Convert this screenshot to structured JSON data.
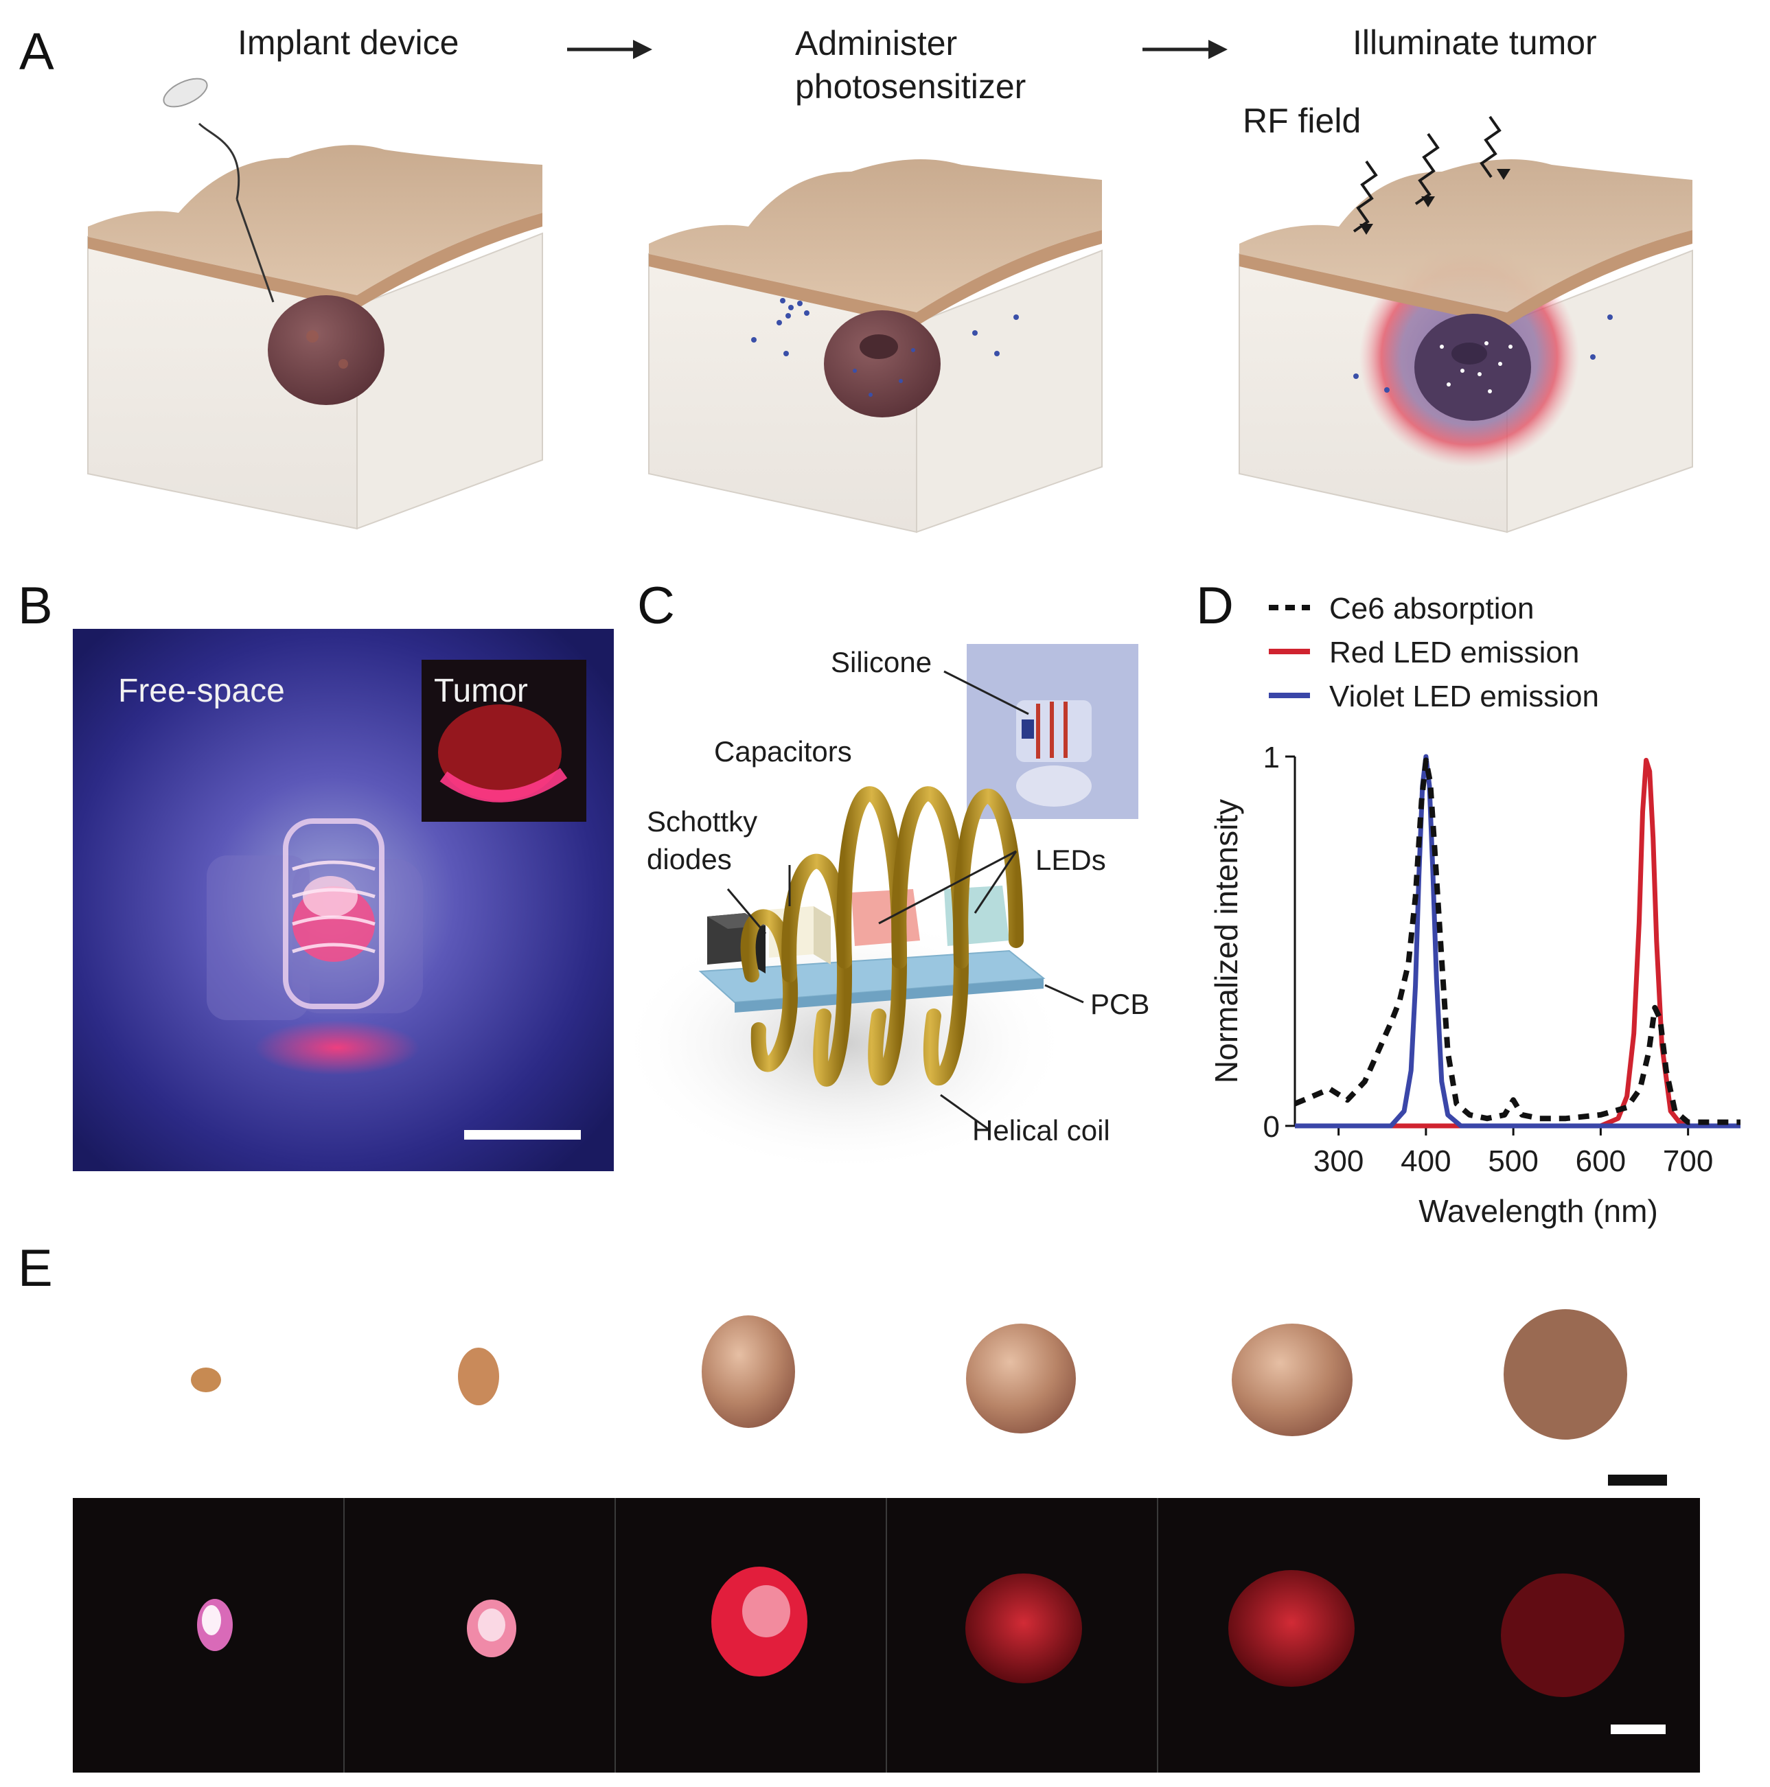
{
  "panels": {
    "a": {
      "letter": "A",
      "steps": [
        "Implant device",
        "Administer\nphotosensitizer",
        "Illuminate tumor"
      ],
      "rf_label": "RF field"
    },
    "b": {
      "letter": "B",
      "free_space_label": "Free-space",
      "tumor_label": "Tumor"
    },
    "c": {
      "letter": "C",
      "labels": {
        "silicone": "Silicone",
        "capacitors": "Capacitors",
        "schottky": "Schottky\ndiodes",
        "leds": "LEDs",
        "pcb": "PCB",
        "helical_coil": "Helical coil"
      }
    },
    "d": {
      "letter": "D"
    },
    "e": {
      "letter": "E"
    }
  },
  "chart_data": {
    "type": "line",
    "title": "",
    "xlabel": "Wavelength (nm)",
    "ylabel": "Normalized intensity",
    "xlim": [
      250,
      760
    ],
    "ylim": [
      0,
      1
    ],
    "xticks": [
      300,
      400,
      500,
      600,
      700
    ],
    "yticks": [
      0,
      1
    ],
    "legend_position": "top",
    "series": [
      {
        "name": "Ce6 absorption",
        "color": "#111111",
        "style": "dashed",
        "x": [
          250,
          270,
          290,
          310,
          330,
          345,
          360,
          370,
          380,
          388,
          395,
          400,
          405,
          410,
          418,
          425,
          435,
          450,
          470,
          490,
          500,
          510,
          530,
          560,
          600,
          630,
          645,
          655,
          662,
          668,
          675,
          685,
          700,
          760
        ],
        "y": [
          0.06,
          0.08,
          0.1,
          0.07,
          0.12,
          0.2,
          0.28,
          0.34,
          0.44,
          0.62,
          0.88,
          0.99,
          0.93,
          0.75,
          0.45,
          0.2,
          0.06,
          0.03,
          0.02,
          0.03,
          0.07,
          0.03,
          0.02,
          0.02,
          0.03,
          0.05,
          0.1,
          0.2,
          0.32,
          0.29,
          0.15,
          0.04,
          0.01,
          0.01
        ]
      },
      {
        "name": "Red LED emission",
        "color": "#d0232f",
        "style": "solid",
        "x": [
          250,
          600,
          620,
          630,
          638,
          644,
          648,
          652,
          656,
          660,
          664,
          670,
          680,
          690,
          700,
          760
        ],
        "y": [
          0,
          0,
          0.02,
          0.08,
          0.25,
          0.55,
          0.85,
          0.99,
          0.96,
          0.78,
          0.5,
          0.22,
          0.04,
          0.01,
          0,
          0
        ],
        "legend_label": "Red LED emission"
      },
      {
        "name": "Violet LED emission",
        "color": "#3a46a8",
        "style": "solid",
        "x": [
          250,
          360,
          375,
          383,
          388,
          392,
          396,
          400,
          404,
          408,
          412,
          418,
          425,
          440,
          760
        ],
        "y": [
          0,
          0,
          0.04,
          0.15,
          0.38,
          0.68,
          0.92,
          1.0,
          0.92,
          0.68,
          0.4,
          0.12,
          0.03,
          0,
          0
        ]
      }
    ]
  }
}
